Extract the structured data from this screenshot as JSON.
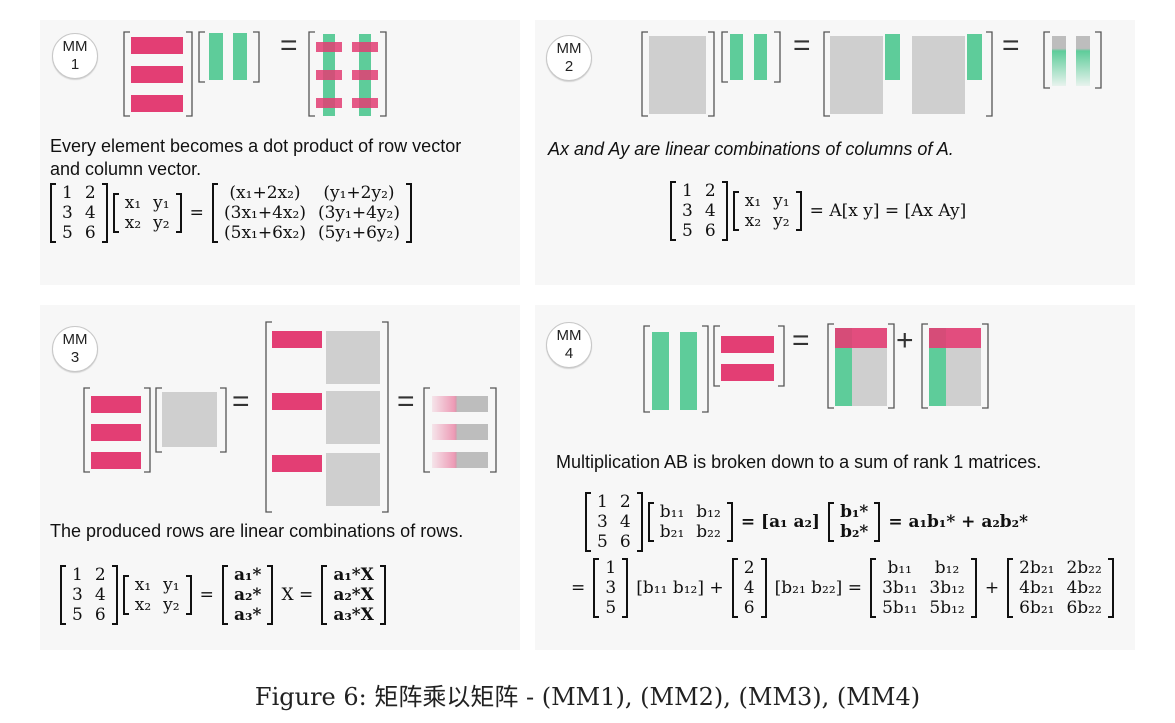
{
  "caption": "Figure 6: 矩阵乘以矩阵 - (MM1), (MM2), (MM3), (MM4)",
  "colors": {
    "pink": "#e33e74",
    "green": "#5ecc9a",
    "gray": "#cfcfcf",
    "bracket": "#555555"
  },
  "mm1": {
    "badge_top": "MM",
    "badge_bottom": "1",
    "desc_line1": "Every element becomes a dot product of row vector",
    "desc_line2": "and column vector.",
    "A": [
      [
        "1",
        "2"
      ],
      [
        "3",
        "4"
      ],
      [
        "5",
        "6"
      ]
    ],
    "X": [
      [
        "x₁",
        "y₁"
      ],
      [
        "x₂",
        "y₂"
      ]
    ],
    "eq": "=",
    "R": [
      [
        "(x₁+2x₂)",
        "(y₁+2y₂)"
      ],
      [
        "(3x₁+4x₂)",
        "(3y₁+4y₂)"
      ],
      [
        "(5x₁+6x₂)",
        "(5y₁+6y₂)"
      ]
    ]
  },
  "mm2": {
    "badge_top": "MM",
    "badge_bottom": "2",
    "desc": "Ax and Ay  are linear combinations of columns of A.",
    "A": [
      [
        "1",
        "2"
      ],
      [
        "3",
        "4"
      ],
      [
        "5",
        "6"
      ]
    ],
    "X": [
      [
        "x₁",
        "y₁"
      ],
      [
        "x₂",
        "y₂"
      ]
    ],
    "rhs": "= A[x   y] = [Ax   Ay]"
  },
  "mm3": {
    "badge_top": "MM",
    "badge_bottom": "3",
    "desc": "The produced rows are linear combinations of rows.",
    "A": [
      [
        "1",
        "2"
      ],
      [
        "3",
        "4"
      ],
      [
        "5",
        "6"
      ]
    ],
    "X": [
      [
        "x₁",
        "y₁"
      ],
      [
        "x₂",
        "y₂"
      ]
    ],
    "R1": [
      [
        "a₁*"
      ],
      [
        "a₂*"
      ],
      [
        "a₃*"
      ]
    ],
    "mid": "X =",
    "R2": [
      [
        "a₁*X"
      ],
      [
        "a₂*X"
      ],
      [
        "a₃*X"
      ]
    ]
  },
  "mm4": {
    "badge_top": "MM",
    "badge_bottom": "4",
    "desc": "Multiplication AB is broken down to a sum of rank 1 matrices.",
    "A": [
      [
        "1",
        "2"
      ],
      [
        "3",
        "4"
      ],
      [
        "5",
        "6"
      ]
    ],
    "B": [
      [
        "b₁₁",
        "b₁₂"
      ],
      [
        "b₂₁",
        "b₂₂"
      ]
    ],
    "mid1": "= [a₁   a₂]",
    "Bs": [
      [
        "b₁*"
      ],
      [
        "b₂*"
      ]
    ],
    "rhs1": "= a₁b₁* + a₂b₂*",
    "c1": [
      [
        "1"
      ],
      [
        "3"
      ],
      [
        "5"
      ]
    ],
    "r1": "[b₁₁    b₁₂] +",
    "c2": [
      [
        "2"
      ],
      [
        "4"
      ],
      [
        "6"
      ]
    ],
    "r2": "[b₂₁    b₂₂] =",
    "P1": [
      [
        "b₁₁",
        "b₁₂"
      ],
      [
        "3b₁₁",
        "3b₁₂"
      ],
      [
        "5b₁₁",
        "5b₁₂"
      ]
    ],
    "plus": "+",
    "P2": [
      [
        "2b₂₁",
        "2b₂₂"
      ],
      [
        "4b₂₁",
        "4b₂₂"
      ],
      [
        "6b₂₁",
        "6b₂₂"
      ]
    ],
    "eq": "="
  }
}
